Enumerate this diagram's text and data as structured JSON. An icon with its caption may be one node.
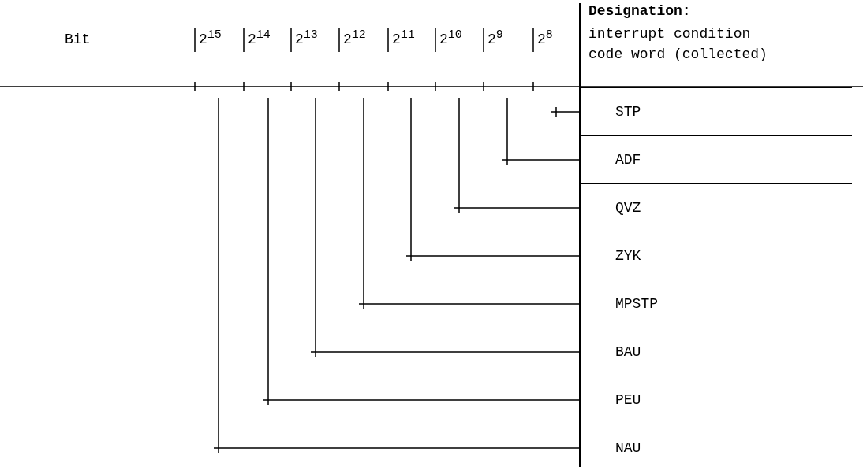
{
  "diagram": {
    "nodes": [
      {
        "text": [
          "STP"
        ]
      },
      {
        "text": [
          "ADF"
        ]
      },
      {
        "text": [
          "QVZ"
        ]
      },
      {
        "text": [
          "ZYK"
        ]
      },
      {
        "text": [
          "MPSTP"
        ]
      },
      {
        "text": [
          "BAU"
        ]
      },
      {
        "text": [
          "PEU"
        ]
      },
      {
        "text": [
          "NAU"
        ]
      }
    ],
    "edges": [
      {
        "from": 0,
        "to": null,
        "arrow": "none"
      },
      {
        "from": 1,
        "to": null,
        "arrow": "none"
      },
      {
        "from": 2,
        "to": null,
        "arrow": "none"
      },
      {
        "from": 3,
        "to": null,
        "arrow": "none"
      },
      {
        "from": 4,
        "to": null,
        "arrow": "none"
      },
      {
        "from": 5,
        "to": null,
        "arrow": "none"
      },
      {
        "from": 6,
        "to": null,
        "arrow": "none"
      },
      {
        "from": 7,
        "to": null,
        "arrow": "none"
      }
    ],
    "labels": [
      "Bit",
      "2$^{15}$",
      "2$^{14}$",
      "2$^{13}$",
      "2$^{12}$",
      "2$^{11}$",
      "2$^{10}$",
      "2$^{9}$",
      "2$^{8}$",
      "Designation:",
      "interrupt condition code word (collected)"
    ]
  }
}
